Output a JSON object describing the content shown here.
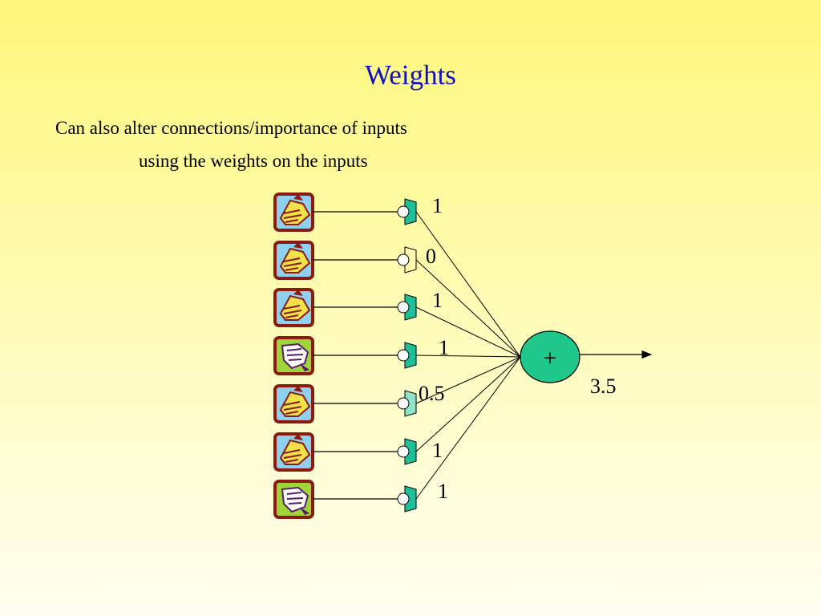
{
  "slide": {
    "title": "Weights",
    "subtitle_line1": "Can also alter connections/importance of inputs",
    "subtitle_line2": "using the weights on the inputs"
  },
  "diagram": {
    "inputs": [
      {
        "hand": "thumbs-up",
        "weight": "1",
        "active": true
      },
      {
        "hand": "thumbs-up",
        "weight": "0",
        "active": false
      },
      {
        "hand": "thumbs-up",
        "weight": "1",
        "active": true
      },
      {
        "hand": "thumbs-down",
        "weight": "1",
        "active": true
      },
      {
        "hand": "thumbs-up",
        "weight": "0.5",
        "active": true,
        "partial": true
      },
      {
        "hand": "thumbs-up",
        "weight": "1",
        "active": true
      },
      {
        "hand": "thumbs-down",
        "weight": "1",
        "active": true
      }
    ],
    "sum_symbol": "+",
    "output": "3.5"
  },
  "colors": {
    "title": "#1010c8",
    "node": "#1fc88a",
    "gate": "#1fbf9a",
    "gate_partial": "#8fe4c8",
    "icon_border": "#8b1a10",
    "thumbs_up_bg": "#8fd0ef",
    "thumbs_down_bg": "#9ed63a"
  }
}
